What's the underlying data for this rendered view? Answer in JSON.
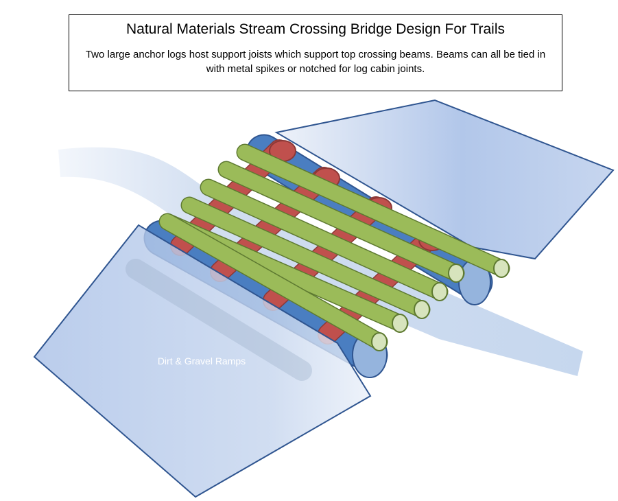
{
  "header": {
    "title": "Natural Materials Stream Crossing Bridge Design For Trails",
    "description": "Two large anchor logs host support joists which support top crossing beams.  Beams can all be tied in with metal spikes or notched for log cabin joints."
  },
  "diagram": {
    "ramp_label": "Dirt & Gravel Ramps",
    "colors": {
      "anchor_log": "#4a7ec1",
      "joist": "#c0504d",
      "beam": "#9bbb59",
      "ramp": "#b4c9ea",
      "stream": "#c6d6ec",
      "outline": "#2f5590"
    }
  }
}
